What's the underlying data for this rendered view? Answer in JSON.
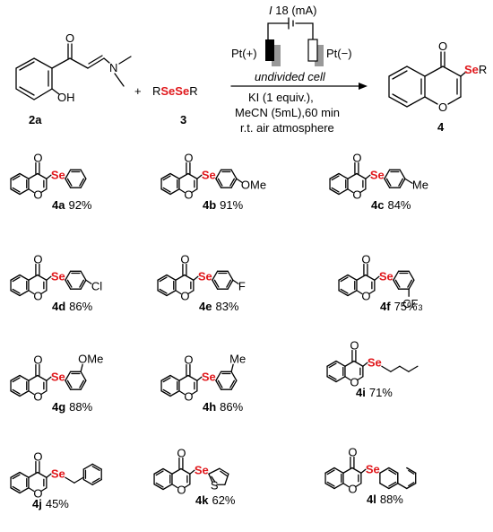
{
  "scheme": {
    "reactant1": {
      "label": "2a",
      "amine": "N",
      "o_label": "O",
      "oh_label": "OH"
    },
    "plus": "+",
    "reactant2": {
      "label": "3",
      "r1": "R",
      "se1": "Se",
      "se2": "Se",
      "r2": "R"
    },
    "cell": {
      "current_italic": "I",
      "current_value": "18",
      "current_unit": "(mA)",
      "anode": "Pt(+)",
      "cathode": "Pt(−)",
      "cell_type": "undivided cell"
    },
    "conditions": {
      "line1": "KI (1 equiv.),",
      "line2_a": "MeCN (5mL),",
      "line2_b": "60 min",
      "line3": "r.t. air atmosphere"
    },
    "product": {
      "label": "4",
      "o_label": "O",
      "se": "Se",
      "r": "R"
    }
  },
  "compounds": [
    {
      "id": "4a",
      "yield": "92%",
      "substituent": ""
    },
    {
      "id": "4b",
      "yield": "91%",
      "substituent": "OMe"
    },
    {
      "id": "4c",
      "yield": "84%",
      "substituent": "Me"
    },
    {
      "id": "4d",
      "yield": "86%",
      "substituent": "Cl"
    },
    {
      "id": "4e",
      "yield": "83%",
      "substituent": "F"
    },
    {
      "id": "4f",
      "yield": "75%",
      "substituent": "CF",
      "substituent_sub": "3"
    },
    {
      "id": "4g",
      "yield": "88%",
      "substituent": "OMe"
    },
    {
      "id": "4h",
      "yield": "86%",
      "substituent": "Me"
    },
    {
      "id": "4i",
      "yield": "71%",
      "substituent": ""
    },
    {
      "id": "4j",
      "yield": "45%",
      "substituent": ""
    },
    {
      "id": "4k",
      "yield": "62%",
      "substituent": "S"
    },
    {
      "id": "4l",
      "yield": "88%",
      "substituent": ""
    }
  ],
  "common": {
    "o_label": "O",
    "se_label": "Se"
  }
}
